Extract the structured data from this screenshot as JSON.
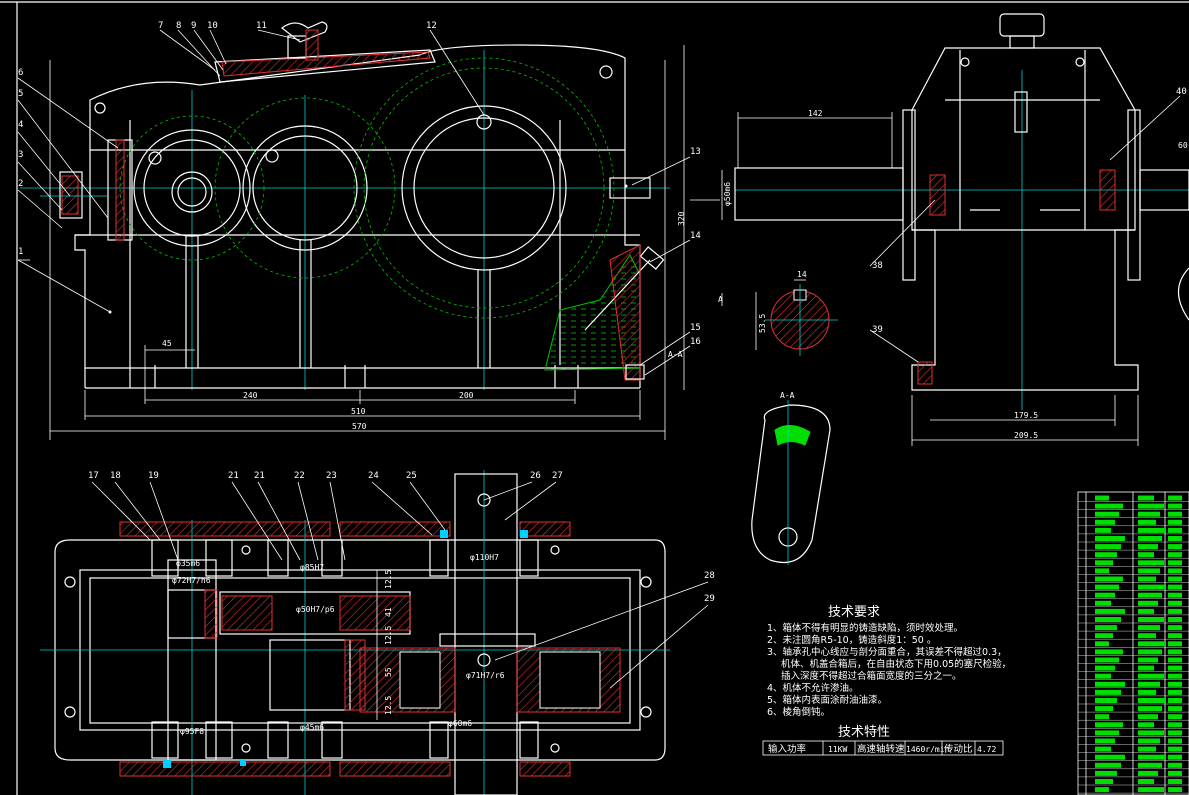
{
  "drawing": {
    "balloons_front": [
      "1",
      "2",
      "3",
      "4",
      "5",
      "6",
      "7",
      "8",
      "9",
      "10",
      "11",
      "12",
      "13",
      "14",
      "15",
      "16"
    ],
    "balloons_side": [
      "38",
      "39",
      "40"
    ],
    "balloons_plan": [
      "17",
      "18",
      "19",
      "21",
      "21",
      "22",
      "23",
      "24",
      "25",
      "26",
      "27",
      "28",
      "29"
    ],
    "section_mark": "A",
    "section_view_label": "A-A"
  },
  "dims": {
    "d45": "45",
    "d240": "240",
    "d200": "200",
    "d510": "510",
    "d570": "570",
    "d320": "320",
    "d142": "142",
    "d14": "14",
    "d53_5": "53.5",
    "d179_5": "179.5",
    "d209_5": "209.5",
    "d60": "60",
    "d50m6": "φ50m6",
    "p35m6": "φ35m6",
    "p72H7h6": "φ72H7/h6",
    "p85H7": "φ85H7",
    "p50H7p6": "φ50H7/p6",
    "p110H7": "φ110H7",
    "p71H7r6": "φ71H7/r6",
    "p60m6": "φ60m6",
    "p45m6": "φ45m6",
    "p95F8": "φ95F8",
    "d12_5a": "12.5",
    "d41": "41",
    "d12_5b": "12.5",
    "d55": "55",
    "d12_5c": "12.5"
  },
  "tech_requirements": {
    "title": "技术要求",
    "items": [
      "1、箱体不得有明显的铸造缺陷，须时效处理。",
      "2、未注圆角R5-10，铸造斜度1：50 。",
      "3、轴承孔中心线应与剖分面重合，其误差不得超过0.3，",
      "机体、机盖合箱后，在自由状态下用0.05的塞尺检验，",
      "插入深度不得超过合箱面宽度的三分之一。",
      "4、机体不允许渗油。",
      "5、箱体内表面涂耐油油漆。",
      "6、棱角倒钝。"
    ]
  },
  "tech_specs": {
    "title": "技术特性",
    "cells": [
      "输入功率",
      "11KW",
      "高速轴转速",
      "1460r/min",
      "传动比",
      "4.72"
    ]
  },
  "colors": {
    "background": "#000000",
    "outline": "#ffffff",
    "centerline": "#00d0d0",
    "gear": "#00e000",
    "section_hatch": "#e03030",
    "dimension": "#ffffff",
    "title_block_fill": "#00dd00"
  }
}
